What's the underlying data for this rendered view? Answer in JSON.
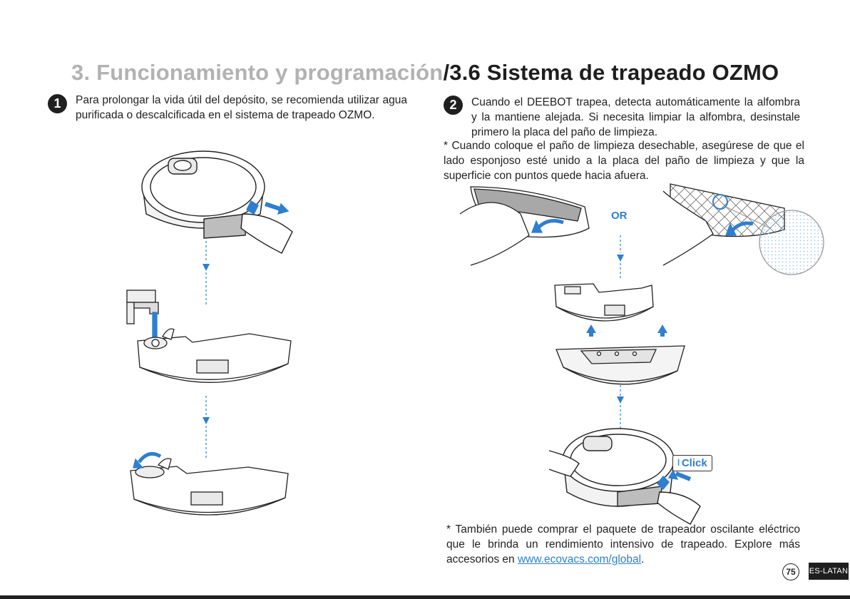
{
  "header": {
    "title_section": "3. Funcionamiento y programación",
    "title_subsection": "/3.6 Sistema de trapeado OZMO"
  },
  "step1": {
    "number": "1",
    "text": "Para prolongar la vida útil del depósito, se recomienda utilizar agua purificada o descalcificada en el sistema de trapeado OZMO."
  },
  "step2": {
    "number": "2",
    "text": "Cuando el DEEBOT trapea, detecta automáticamente la alfombra y la mantiene alejada. Si necesita limpiar la alfombra, desinstale primero la placa del paño de limpieza.",
    "note": "* Cuando coloque el paño de limpieza desechable, asegúrese de que el lado esponjoso esté unido a la placa del paño de limpieza y que la superficie con puntos quede hacia afuera."
  },
  "illustration": {
    "or_label": "OR",
    "click_label": "Click"
  },
  "footer_note": {
    "text_before": "* También puede comprar el paquete de trapeador oscilante eléctrico que le brinda un rendimiento intensivo de trapeado. Explore más accesorios en ",
    "link": "www.ecovacs.com/global",
    "text_after": "."
  },
  "page": {
    "number": "75",
    "language": "ES-LATAN"
  },
  "colors": {
    "accent_blue": "#2f7fcf",
    "title_grey": "#b2b2b2",
    "title_dark": "#1e1e1e"
  }
}
